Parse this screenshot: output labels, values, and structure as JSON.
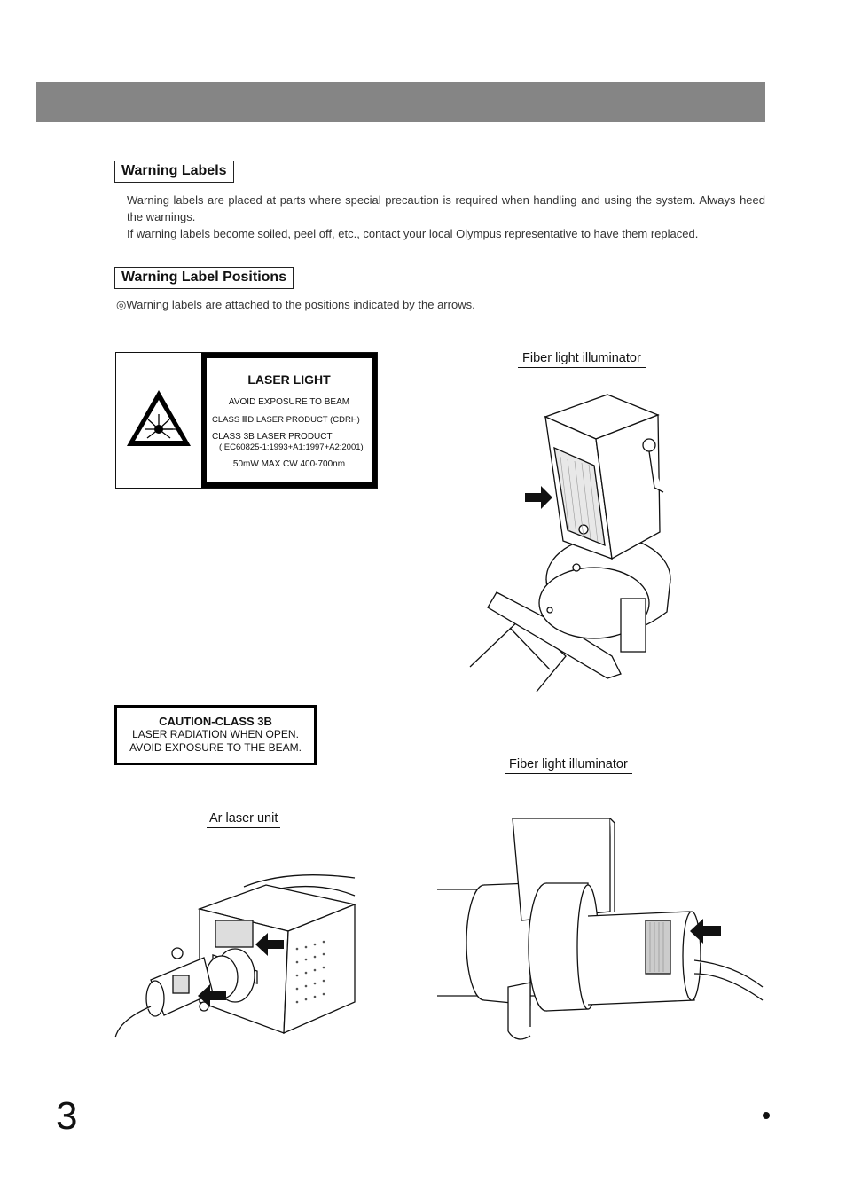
{
  "section_headings": {
    "warning_labels": "Warning Labels",
    "warning_label_positions": "Warning Label Positions"
  },
  "warning_labels_text": {
    "line1": "Warning labels are placed at parts where special precaution is required when handling and using the system. Always heed the warnings.",
    "line2": "If warning labels become soiled, peel off, etc., contact your local Olympus representative to have them replaced."
  },
  "positions_note": "◎Warning labels are attached to the positions indicated by the arrows.",
  "laser_label": {
    "title": "LASER LIGHT",
    "line1": "AVOID EXPOSURE TO BEAM",
    "line2": "CLASS ⅢD LASER PRODUCT (CDRH)",
    "line3": "CLASS 3B LASER PRODUCT",
    "line4": "(IEC60825-1:1993+A1:1997+A2:2001)",
    "line5": "50mW MAX CW 400-700nm"
  },
  "caution_label": {
    "title": "CAUTION-CLASS 3B",
    "line1": "LASER RADIATION WHEN OPEN.",
    "line2": "AVOID EXPOSURE TO THE BEAM."
  },
  "captions": {
    "fiber_top": "Fiber light illuminator",
    "fiber_bottom": "Fiber light illuminator",
    "ar_laser": "Ar laser unit"
  },
  "page_number": "3"
}
